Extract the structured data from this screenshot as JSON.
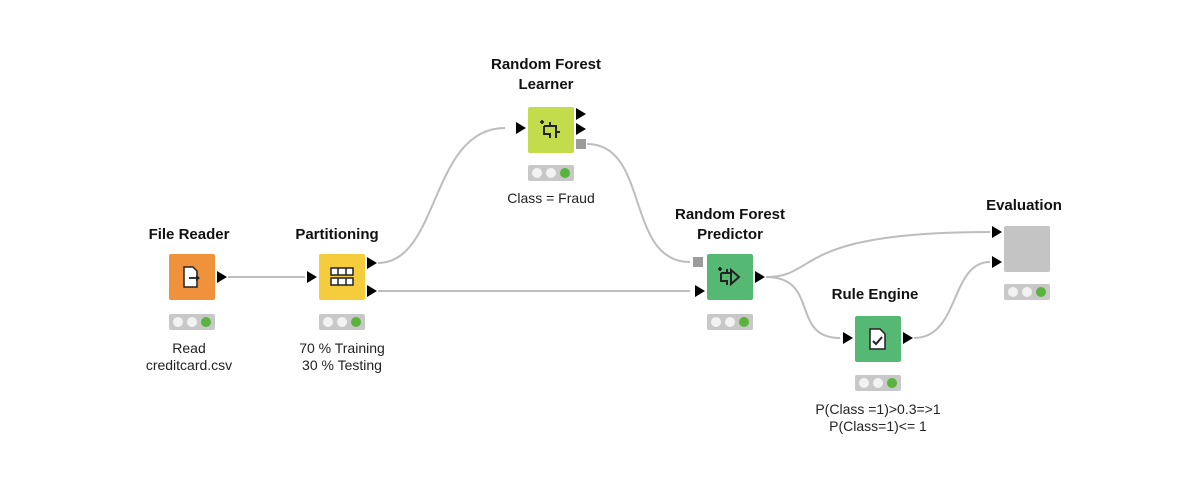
{
  "nodes": {
    "file_reader": {
      "title": "File Reader",
      "caption": "Read\ncreditcard.csv",
      "color": "#f0913c",
      "icon": "file-import-icon"
    },
    "partitioning": {
      "title": "Partitioning",
      "caption": "70 % Training\n30 % Testing",
      "color": "#f5cd3c",
      "icon": "table-partition-icon"
    },
    "rf_learner": {
      "title": "Random Forest\nLearner",
      "caption": "Class = Fraud",
      "color": "#c3dc4b",
      "icon": "tree-learner-icon"
    },
    "rf_predictor": {
      "title": "Random Forest\nPredictor",
      "caption": "",
      "color": "#55b973",
      "icon": "tree-predictor-icon"
    },
    "rule_engine": {
      "title": "Rule Engine",
      "caption": "P(Class =1)>0.3=>1\nP(Class=1)<= 1",
      "color": "#55b973",
      "icon": "rule-document-icon"
    },
    "evaluation": {
      "title": "Evaluation",
      "caption": "",
      "color": "#c4c4c4",
      "icon": ""
    }
  },
  "colors": {
    "connection": "#bdbdbd",
    "port": "#000000",
    "model_port": "#9c9c9c",
    "status_green": "#58b43c"
  }
}
